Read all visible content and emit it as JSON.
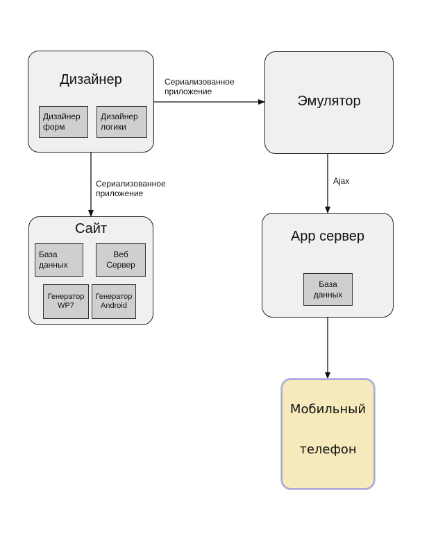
{
  "designer": {
    "title": "Дизайнер",
    "forms": "Дизайнер\nформ",
    "logic": "Дизайнер\nлогики"
  },
  "emulator": {
    "title": "Эмулятор"
  },
  "site": {
    "title": "Сайт",
    "database": "База\nданных",
    "web_server": "Веб\nСервер",
    "gen_wp7": "Генератор\nWP7",
    "gen_android": "Генератор\nAndroid"
  },
  "app_server": {
    "title": "App сервер",
    "database": "База\nданных"
  },
  "phone": {
    "line1": "Мобильный",
    "line2": "телефон"
  },
  "links": {
    "designer_to_emulator": "Сериализованное\nприложение",
    "designer_to_site": "Сериализованное\nприложение",
    "emulator_app_server": "Ajax"
  },
  "colors": {
    "box_fill": "#f0f0f0",
    "sub_box_fill": "#cfcfcf",
    "phone_fill": "#f6e9bc",
    "phone_border": "#a8a8d8"
  }
}
